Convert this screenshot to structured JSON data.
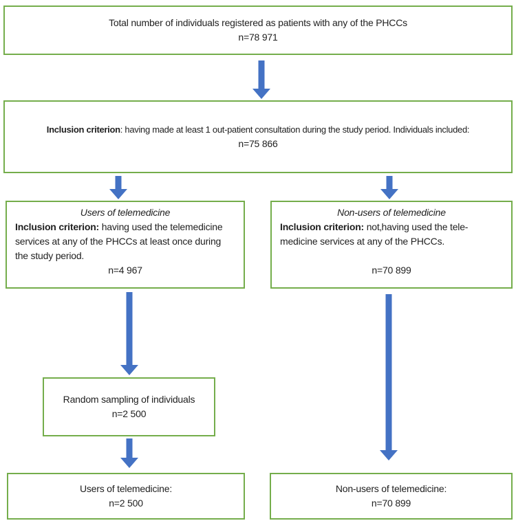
{
  "colors": {
    "box_border_green": "#74ad4b",
    "arrow_blue": "#4472c4",
    "text": "#212121"
  },
  "boxes": {
    "total_registered": {
      "text": "Total number of individuals registered as patients with any of the PHCCs",
      "n": "n=78 971"
    },
    "outpatient_inclusion": {
      "criterion_label": "Inclusion criterion",
      "criterion_text": ": having made at least 1 out-patient consultation during the study period. Individuals included:",
      "n": "n=75 866"
    },
    "telemedicine_users": {
      "title": "Users of telemedicine",
      "criterion_label": "Inclusion criterion:",
      "criterion_line1": " having used the telemedicine",
      "criterion_line2": "services at any of the PHCCs at least once during",
      "criterion_line3": "the study period.",
      "n": "n=4 967"
    },
    "telemedicine_nonusers": {
      "title": "Non-users of telemedicine",
      "criterion_label": "Inclusion criterion:",
      "criterion_line1": " not‚having used the tele-",
      "criterion_line2": "medicine services at any of the PHCCs.",
      "n": "n=70 899"
    },
    "random_sampling": {
      "text": "Random sampling of individuals",
      "n": "n=2 500"
    },
    "users_final": {
      "text": "Users of telemedicine:",
      "n": "n=2 500"
    },
    "nonusers_final": {
      "text": "Non-users of telemedicine:",
      "n": "n=70 899"
    }
  },
  "flow": [
    {
      "from": "total_registered",
      "to": "outpatient_inclusion"
    },
    {
      "from": "outpatient_inclusion",
      "to": "telemedicine_users"
    },
    {
      "from": "outpatient_inclusion",
      "to": "telemedicine_nonusers"
    },
    {
      "from": "telemedicine_users",
      "to": "random_sampling"
    },
    {
      "from": "random_sampling",
      "to": "users_final"
    },
    {
      "from": "telemedicine_nonusers",
      "to": "nonusers_final"
    }
  ]
}
